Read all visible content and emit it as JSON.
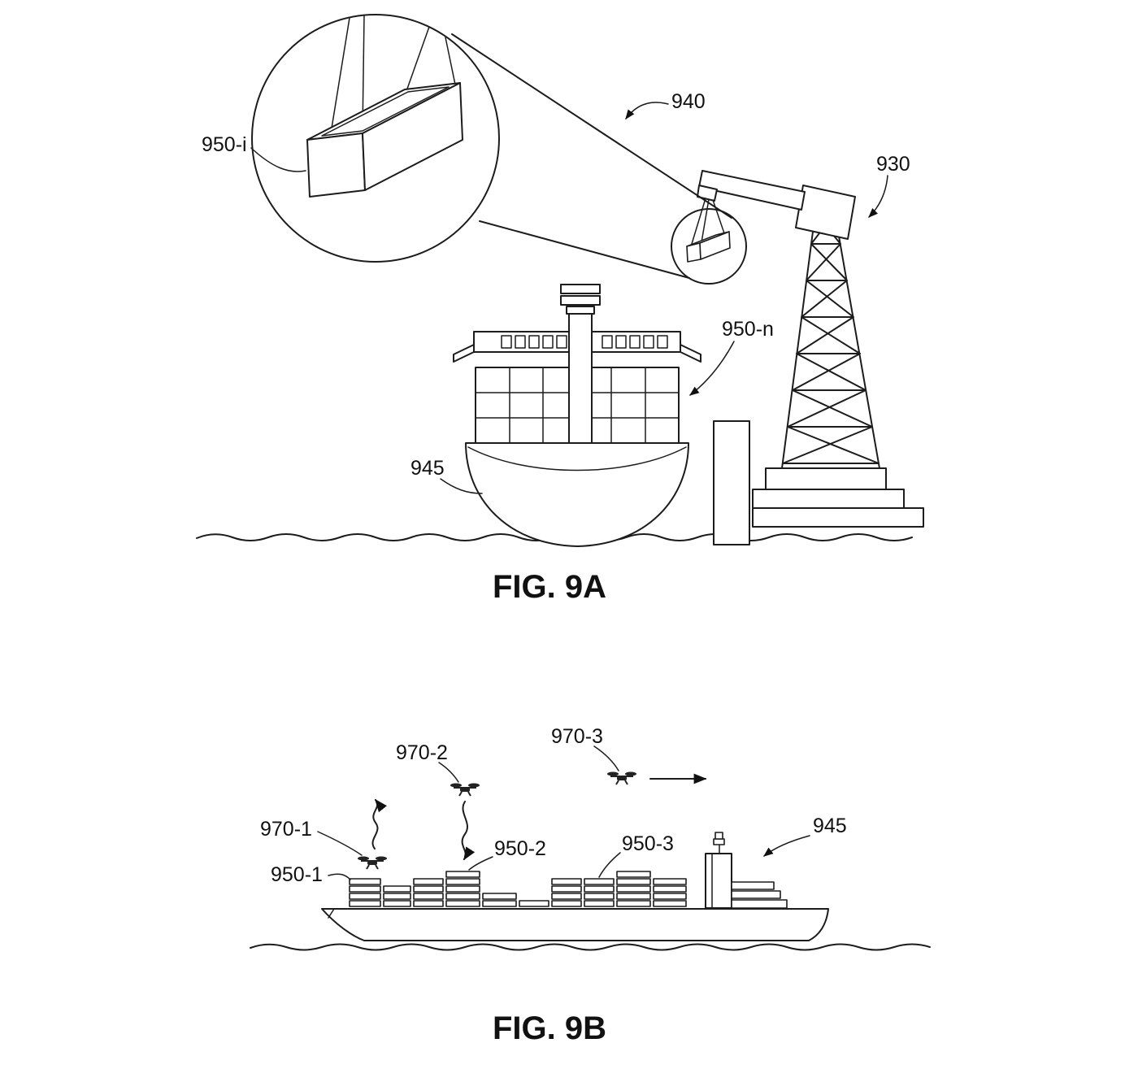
{
  "figure_9a": {
    "caption": "FIG. 9A",
    "labels": {
      "container_detail": "950-i",
      "detail_view": "940",
      "crane": "930",
      "containers": "950-n",
      "ship": "945"
    }
  },
  "figure_9b": {
    "caption": "FIG. 9B",
    "labels": {
      "uav_1": "970-1",
      "uav_2": "970-2",
      "uav_3": "970-3",
      "stack_1": "950-1",
      "stack_2": "950-2",
      "stack_3": "950-3",
      "ship": "945"
    }
  }
}
